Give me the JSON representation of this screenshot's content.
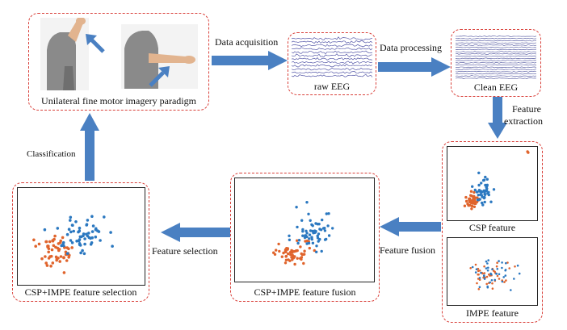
{
  "labels": {
    "paradigm": "Unilateral fine motor imagery paradigm",
    "raw_eeg": "raw EEG",
    "clean_eeg": "Clean EEG",
    "csp_feature": "CSP feature",
    "impe_feature": "IMPE feature",
    "fusion": "CSP+IMPE feature fusion",
    "selection": "CSP+IMPE feature selection"
  },
  "edges": {
    "data_acquisition": "Data acquisition",
    "data_processing": "Data processing",
    "feature_extraction_1": "Feature",
    "feature_extraction_2": "extraction",
    "feature_fusion": "Feature fusion",
    "feature_selection": "Feature selection",
    "classification": "Classification"
  },
  "colors": {
    "box_border": "#d9403a",
    "arrow": "#4a80c2",
    "series_blue": "#2b78c0",
    "series_orange": "#e0642c",
    "eeg_line": "#3a3d9a"
  }
}
